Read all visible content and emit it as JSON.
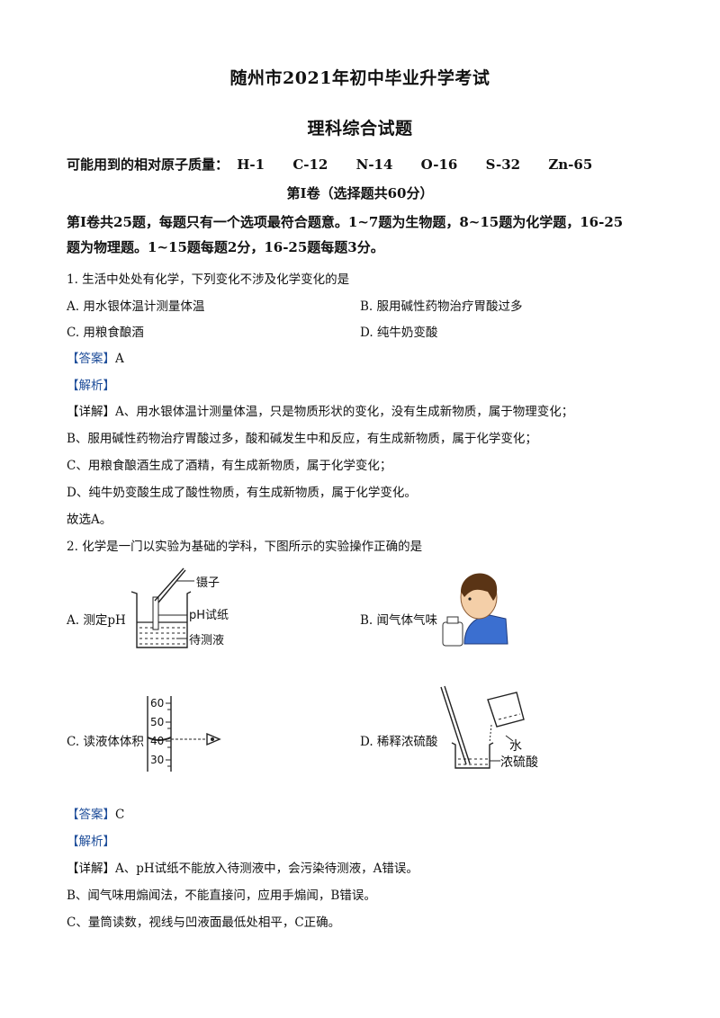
{
  "header": {
    "title": "随州市2021年初中毕业升学考试",
    "subtitle": "理科综合试题"
  },
  "atomic_mass": {
    "label": "可能用到的相对原子质量：",
    "items": [
      "H-1",
      "C-12",
      "N-14",
      "O-16",
      "S-32",
      "Zn-65"
    ]
  },
  "section": {
    "heading": "第Ⅰ卷（选择题共60分）",
    "instruction_1": "第Ⅰ卷共25题，每题只有一个选项最符合题意。1~7题为生物题，8~15题为化学题，16-25",
    "instruction_2": "题为物理题。1~15题每题2分，16-25题每题3分。"
  },
  "q1": {
    "stem": "1. 生活中处处有化学，下列变化不涉及化学变化的是",
    "a": "A. 用水银体温计测量体温",
    "b": "B. 服用碱性药物治疗胃酸过多",
    "c": "C. 用粮食酿酒",
    "d": "D. 纯牛奶变酸",
    "answer_tag": "【答案】",
    "answer": "A",
    "analysis_tag": "【解析】",
    "detail_tag": "【详解】",
    "detail_1": "A、用水银体温计测量体温，只是物质形状的变化，没有生成新物质，属于物理变化；",
    "detail_2": "B、服用碱性药物治疗胃酸过多，酸和碱发生中和反应，有生成新物质，属于化学变化；",
    "detail_3": "C、用粮食酿酒生成了酒精，有生成新物质，属于化学变化；",
    "detail_4": "D、纯牛奶变酸生成了酸性物质，有生成新物质，属于化学变化。",
    "conclusion": "故选A。"
  },
  "q2": {
    "stem": "2. 化学是一门以实验为基础的学科，下图所示的实验操作正确的是",
    "a": "A. 测定pH",
    "b": "B. 闻气体气味",
    "c": "C. 读液体体积",
    "d": "D. 稀释浓硫酸",
    "fig_a_labels": [
      "镊子",
      "pH试纸",
      "待测液"
    ],
    "fig_c_ticks": [
      "60",
      "50",
      "40",
      "30"
    ],
    "fig_d_labels": [
      "水",
      "浓硫酸"
    ],
    "answer_tag": "【答案】",
    "answer": "C",
    "analysis_tag": "【解析】",
    "detail_tag": "【详解】",
    "detail_1": "A、pH试纸不能放入待测液中，会污染待测液，A错误。",
    "detail_2": "B、闻气味用煽闻法，不能直接问，应用手煽闻，B错误。",
    "detail_3": "C、量筒读数，视线与凹液面最低处相平，C正确。"
  }
}
